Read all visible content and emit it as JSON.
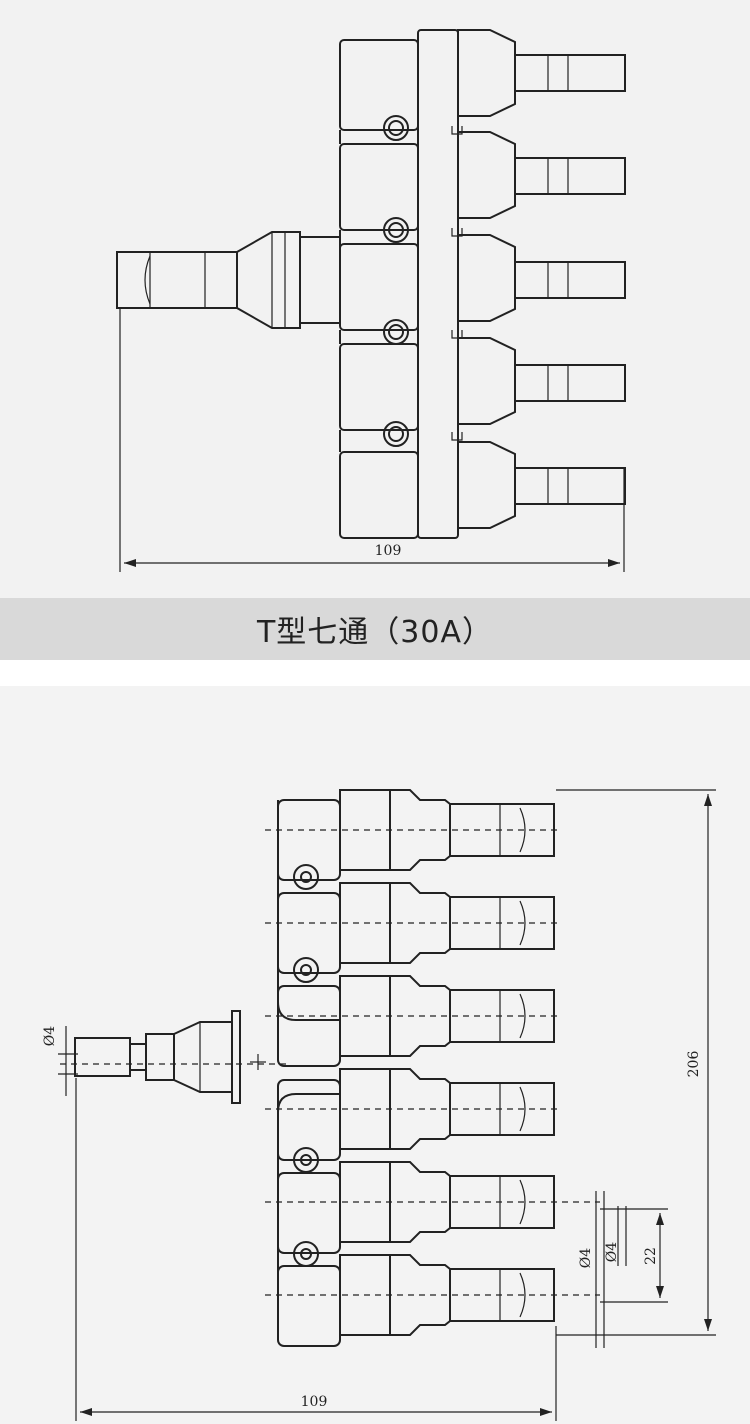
{
  "top_drawing": {
    "dimension_width": "109"
  },
  "caption": {
    "text": "T型七通（30A）"
  },
  "bottom_drawing": {
    "dimension_width": "109",
    "dimension_height": "206",
    "dimension_pitch": "22",
    "dimension_dia_left": "Ø4",
    "dimension_dia_right_a": "Ø4",
    "dimension_dia_right_b": "Ø4"
  }
}
